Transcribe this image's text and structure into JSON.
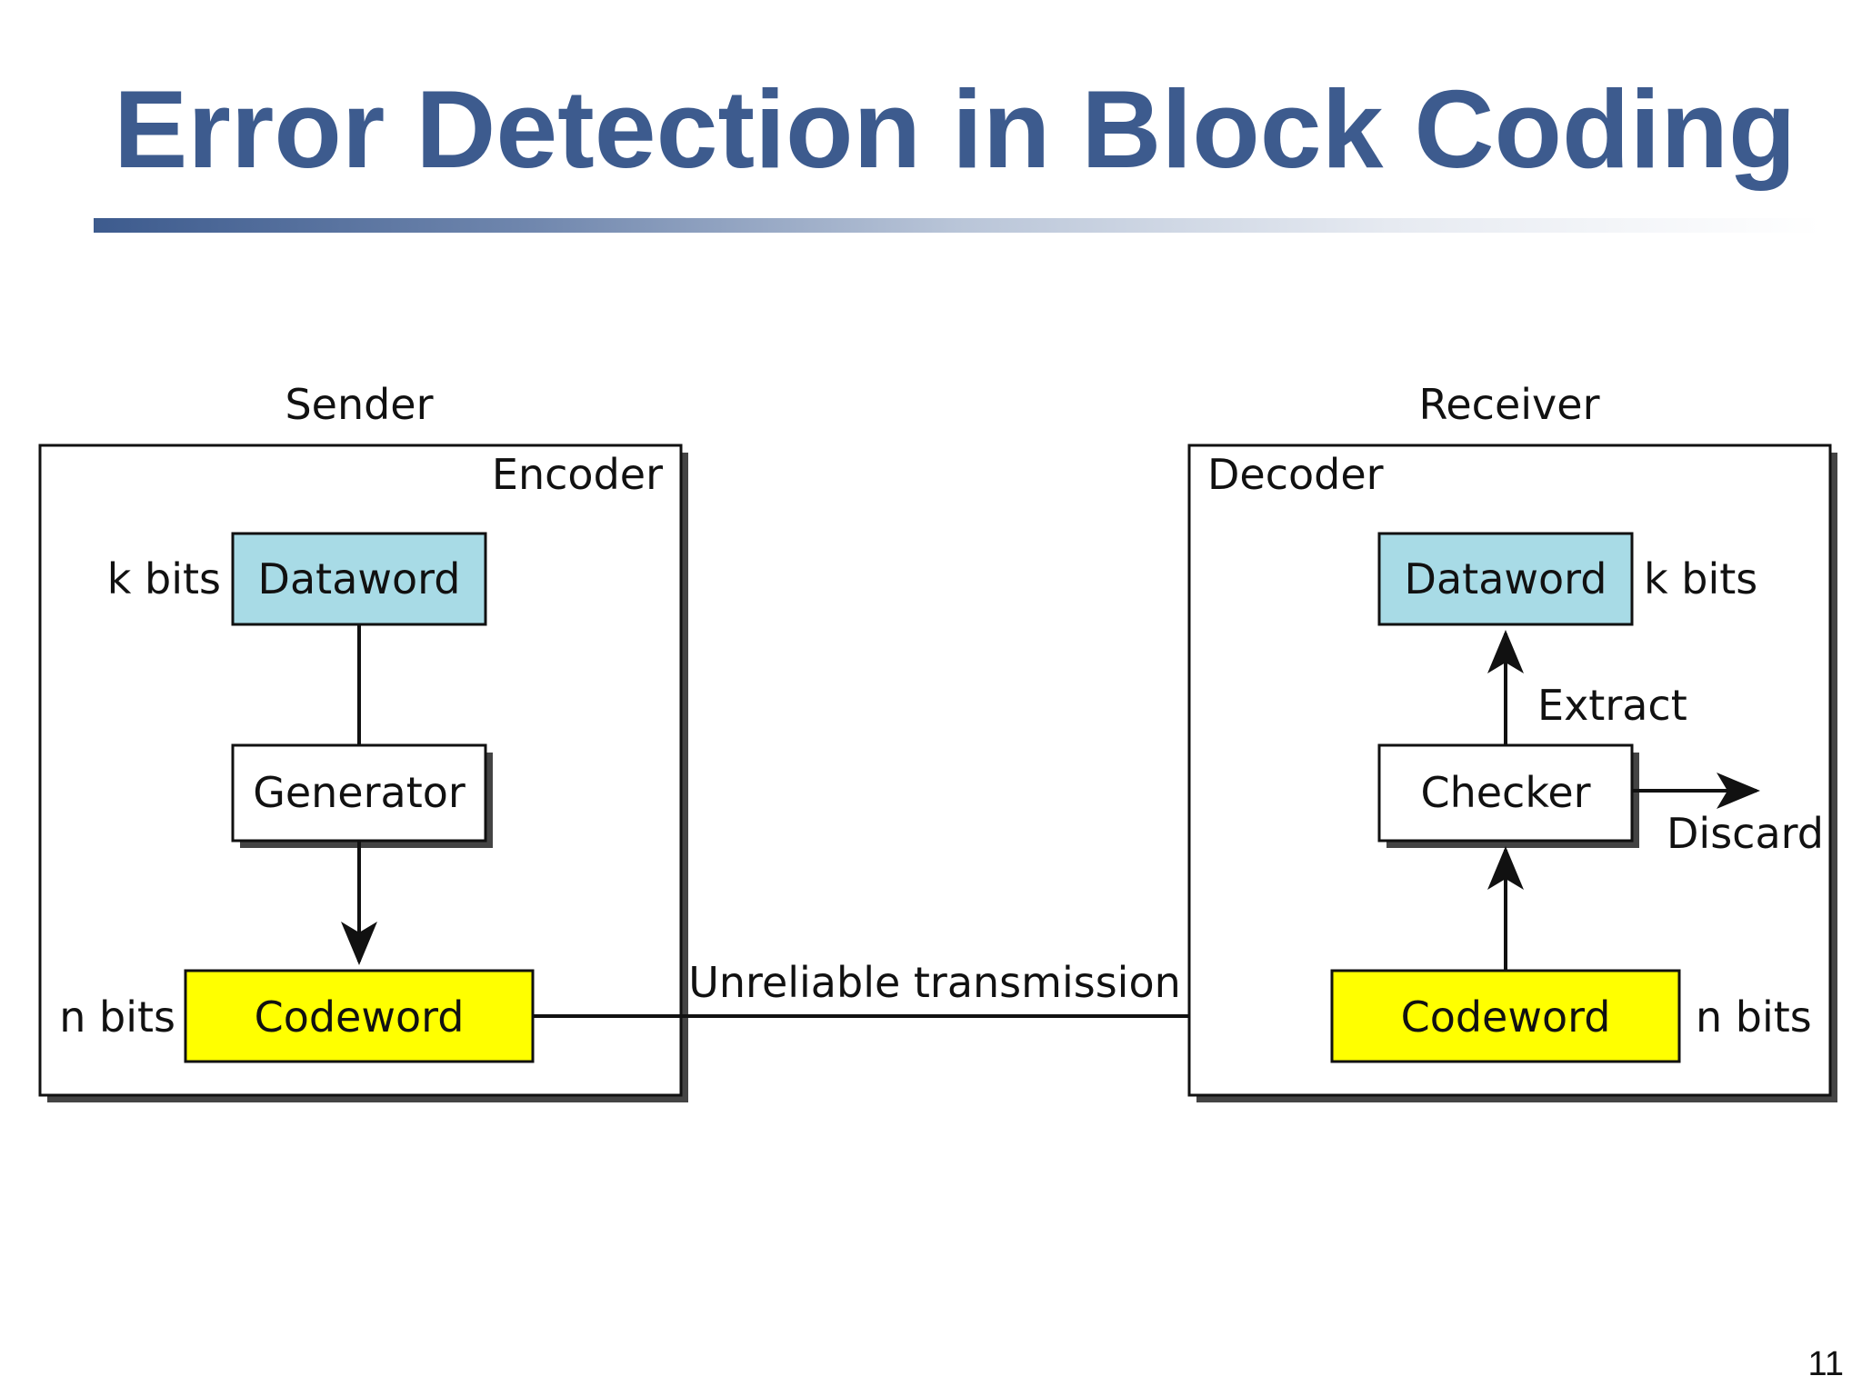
{
  "title": "Error Detection in Block Coding",
  "page_number": "11",
  "colors": {
    "title": "#3d5b8e",
    "dataword_fill": "#a8dbe6",
    "codeword_fill": "#ffff00",
    "box_stroke": "#111111",
    "shadow": "#444444"
  },
  "sender": {
    "heading": "Sender",
    "box_label": "Encoder",
    "dataword": "Dataword",
    "dataword_size": "k bits",
    "generator": "Generator",
    "codeword": "Codeword",
    "codeword_size": "n bits"
  },
  "channel": {
    "label": "Unreliable transmission"
  },
  "receiver": {
    "heading": "Receiver",
    "box_label": "Decoder",
    "dataword": "Dataword",
    "dataword_size": "k bits",
    "extract_label": "Extract",
    "checker": "Checker",
    "discard_label": "Discard",
    "codeword": "Codeword",
    "codeword_size": "n bits"
  }
}
